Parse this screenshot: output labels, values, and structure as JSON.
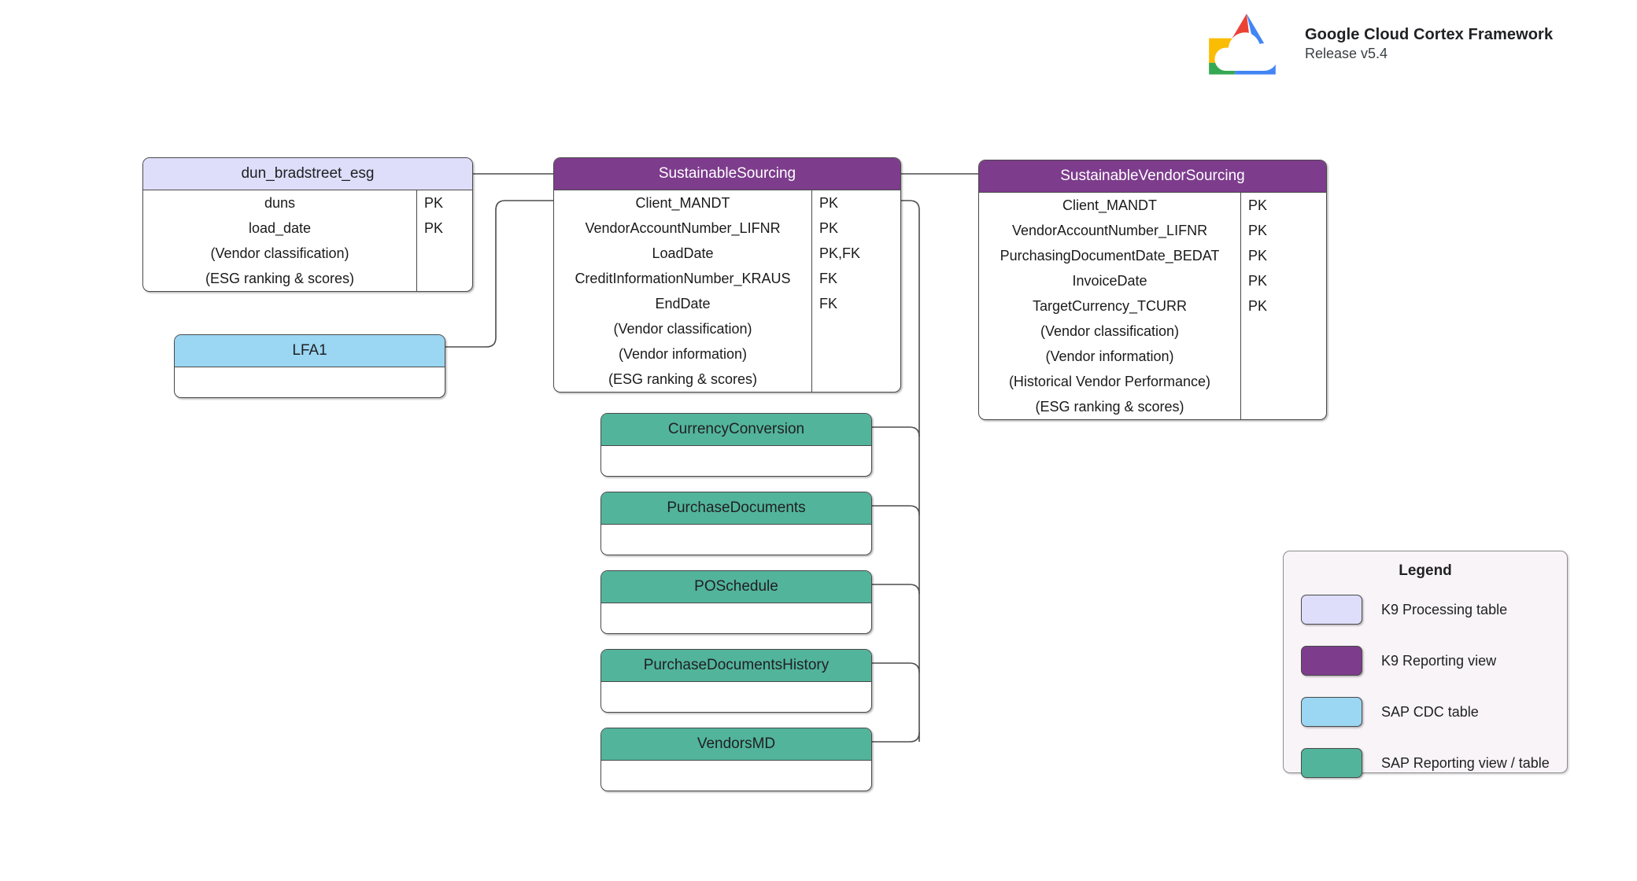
{
  "brand": {
    "logo_icon": "google-cloud-logo",
    "title": "Google Cloud Cortex Framework",
    "subtitle": "Release v5.4"
  },
  "colors": {
    "k9_processing_table": "#dedefa",
    "k9_reporting_view": "#7d3c8c",
    "sap_cdc_table": "#9bd6f2",
    "sap_reporting_view": "#52b49b",
    "border": "#4a4a4a",
    "connector": "#4d4d4d",
    "legend_background": "#f8f4f7"
  },
  "entities": [
    {
      "id": "dun_bradstreet_esg",
      "title": "dun_bradstreet_esg",
      "kind": "k9_processing_table",
      "fields": [
        {
          "name": "duns",
          "key": "PK"
        },
        {
          "name": "load_date",
          "key": "PK"
        },
        {
          "name": "(Vendor classification)",
          "key": ""
        },
        {
          "name": "(ESG ranking & scores)",
          "key": ""
        }
      ]
    },
    {
      "id": "lfa1",
      "title": "LFA1",
      "kind": "sap_cdc_table",
      "fields": []
    },
    {
      "id": "sustainable_sourcing",
      "title": "SustainableSourcing",
      "kind": "k9_reporting_view",
      "fields": [
        {
          "name": "Client_MANDT",
          "key": "PK"
        },
        {
          "name": "VendorAccountNumber_LIFNR",
          "key": "PK"
        },
        {
          "name": "LoadDate",
          "key": "PK,FK"
        },
        {
          "name": "CreditInformationNumber_KRAUS",
          "key": "FK"
        },
        {
          "name": "EndDate",
          "key": "FK"
        },
        {
          "name": "(Vendor classification)",
          "key": ""
        },
        {
          "name": "(Vendor information)",
          "key": ""
        },
        {
          "name": "(ESG ranking & scores)",
          "key": ""
        }
      ]
    },
    {
      "id": "sustainable_vendor_sourcing",
      "title": "SustainableVendorSourcing",
      "kind": "k9_reporting_view",
      "fields": [
        {
          "name": "Client_MANDT",
          "key": "PK"
        },
        {
          "name": "VendorAccountNumber_LIFNR",
          "key": "PK"
        },
        {
          "name": "PurchasingDocumentDate_BEDAT",
          "key": "PK"
        },
        {
          "name": "InvoiceDate",
          "key": "PK"
        },
        {
          "name": "TargetCurrency_TCURR",
          "key": "PK"
        },
        {
          "name": "(Vendor classification)",
          "key": ""
        },
        {
          "name": "(Vendor information)",
          "key": ""
        },
        {
          "name": "(Historical Vendor Performance)",
          "key": ""
        },
        {
          "name": "(ESG ranking & scores)",
          "key": ""
        }
      ]
    },
    {
      "id": "currency_conversion",
      "title": "CurrencyConversion",
      "kind": "sap_reporting_view",
      "fields": []
    },
    {
      "id": "purchase_documents",
      "title": "PurchaseDocuments",
      "kind": "sap_reporting_view",
      "fields": []
    },
    {
      "id": "po_schedule",
      "title": "POSchedule",
      "kind": "sap_reporting_view",
      "fields": []
    },
    {
      "id": "purchase_documents_history",
      "title": "PurchaseDocumentsHistory",
      "kind": "sap_reporting_view",
      "fields": []
    },
    {
      "id": "vendors_md",
      "title": "VendorsMD",
      "kind": "sap_reporting_view",
      "fields": []
    }
  ],
  "legend": {
    "title": "Legend",
    "items": [
      {
        "label": "K9 Processing table",
        "color": "#dedefa"
      },
      {
        "label": "K9 Reporting view",
        "color": "#7d3c8c"
      },
      {
        "label": "SAP CDC table",
        "color": "#9bd6f2"
      },
      {
        "label": "SAP Reporting view / table",
        "color": "#52b49b"
      }
    ]
  }
}
